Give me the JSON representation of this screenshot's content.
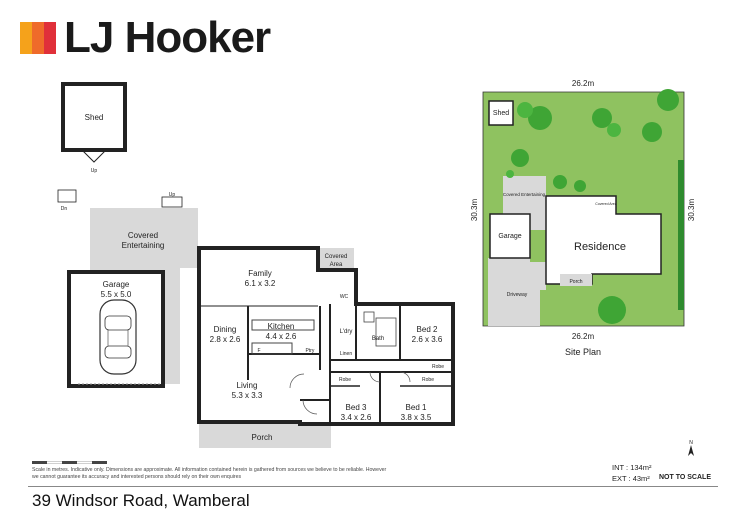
{
  "brand": {
    "name": "LJ Hooker",
    "colors": [
      "#f5a21b",
      "#ef6b2a",
      "#e0303a"
    ]
  },
  "floorplan": {
    "rooms": {
      "shed": "Shed",
      "shed_up": "Up",
      "dn": "Dn",
      "up": "Up",
      "covered_entertaining_1": "Covered",
      "covered_entertaining_2": "Entertaining",
      "covered_area_1": "Covered",
      "covered_area_2": "Area",
      "garage": "Garage",
      "garage_dim": "5.5 x 5.0",
      "family": "Family",
      "family_dim": "6.1 x 3.2",
      "kitchen": "Kitchen",
      "kitchen_dim": "4.4 x 2.6",
      "dining": "Dining",
      "dining_dim": "2.8 x 2.6",
      "living": "Living",
      "living_dim": "5.3 x 3.3",
      "porch": "Porch",
      "wc": "WC",
      "ldry": "L'dry",
      "bath": "Bath",
      "linen": "Linen",
      "fridge": "F",
      "pantry": "Ptry",
      "bed2": "Bed 2",
      "bed2_dim": "2.6 x 3.6",
      "bed3": "Bed 3",
      "bed3_dim": "3.4 x 2.6",
      "bed1": "Bed 1",
      "bed1_dim": "3.8 x 3.5",
      "robe": "Robe"
    }
  },
  "siteplan": {
    "title": "Site Plan",
    "top_width": "26.2m",
    "bottom_width": "26.2m",
    "left_depth": "30.3m",
    "right_depth": "30.3m",
    "shed": "Shed",
    "covered_entertaining": "Covered Entertaining",
    "garage": "Garage",
    "residence": "Residence",
    "porch": "Porch",
    "driveway": "Driveway",
    "covered_area": "Covered Area"
  },
  "footer": {
    "disclaimer": "Scale in metres. Indicative only. Dimensions are approximate. All information contained herein is gathered from sources we believe to be reliable. However we cannot guarantee its accuracy and interested persons should rely on their own enquires",
    "int_area": "INT : 134m²",
    "ext_area": "EXT :  43m²",
    "not_to_scale": "NOT TO SCALE",
    "address": "39 Windsor Road, Wamberal",
    "compass": "N"
  }
}
